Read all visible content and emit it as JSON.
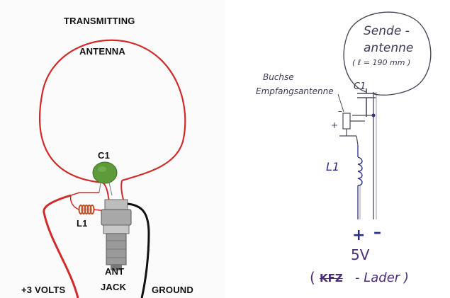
{
  "photo": {
    "title_line1": "TRANSMITTING",
    "title_line2": "ANTENNA",
    "c1_label": "C1",
    "l1_label": "L1",
    "jack_line1": "ANT",
    "jack_line2": "JACK",
    "plus_label": "+3 VOLTS",
    "ground_label": "GROUND"
  },
  "sketch": {
    "antenna_line1": "Sende -",
    "antenna_line2": "antenne",
    "antenna_dims": "( ℓ = 190 mm )",
    "jack_line1": "Buchse",
    "jack_line2": "Empfangsantenne",
    "c1_label": "C1",
    "l1_label": "L1",
    "plus_small": "+",
    "minus_small": "–",
    "plus_terminal": "+",
    "minus_terminal": "–",
    "voltage": "5V",
    "charger_crossed": "KFZ",
    "charger_rest": "- Lader )",
    "charger_open": "("
  },
  "colors": {
    "wire_red": "#d22a2a",
    "wire_black": "#111111",
    "capacitor_green": "#5d9a3a",
    "coil_copper": "#c0502a",
    "metal": "#9a9a9a",
    "ink_gray": "#4a4a5a",
    "ink_blue": "#2c2f8a",
    "ink_purple": "#4a2e7a"
  }
}
